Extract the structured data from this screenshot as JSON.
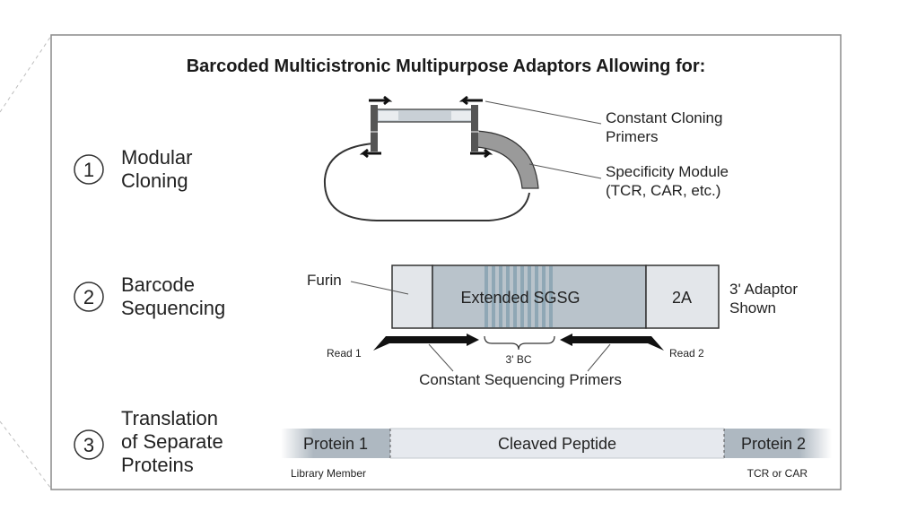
{
  "title": "Barcoded Multicistronic Multipurpose Adaptors Allowing for:",
  "steps": [
    {
      "number": "1",
      "line1": "Modular",
      "line2": "Cloning",
      "line3": ""
    },
    {
      "number": "2",
      "line1": "Barcode",
      "line2": "Sequencing",
      "line3": ""
    },
    {
      "number": "3",
      "line1": "Translation",
      "line2": "of Separate",
      "line3": "Proteins"
    }
  ],
  "cloning": {
    "primers_label_line1": "Constant Cloning",
    "primers_label_line2": "Primers",
    "module_label_line1": "Specificity Module",
    "module_label_line2": "(TCR, CAR, etc.)"
  },
  "sequencing": {
    "furin": "Furin",
    "sgsg": "Extended SGSG",
    "twoA": "2A",
    "adaptor_line1": "3' Adaptor",
    "adaptor_line2": "Shown",
    "read1": "Read 1",
    "read2": "Read 2",
    "bc": "3' BC",
    "primers": "Constant Sequencing Primers"
  },
  "translation": {
    "protein1": "Protein 1",
    "peptide": "Cleaved Peptide",
    "protein2": "Protein 2",
    "library": "Library Member",
    "tcr": "TCR or CAR"
  },
  "colors": {
    "frame": "#8a8a8a",
    "box_light": "#e3e6ea",
    "box_mid": "#b9c3cb",
    "stripe": "#8fa7b5",
    "protein_dark": "#a9b4bd",
    "peptide_light": "#e6e9ee"
  }
}
